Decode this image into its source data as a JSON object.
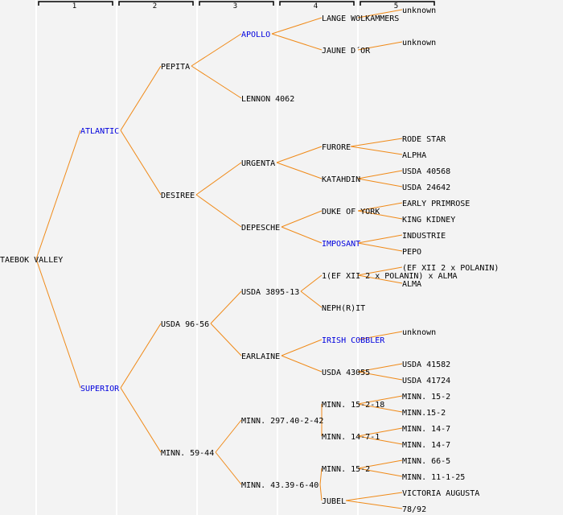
{
  "title": "Pedigree of TAEBOK VALLEY",
  "colors": {
    "link": "#f08a18",
    "highlight": "#0000dd",
    "text": "#000000",
    "background": "#f3f3f3"
  },
  "generations": [
    "1",
    "2",
    "3",
    "4",
    "5"
  ],
  "tree": {
    "name": "TAEBOK VALLEY",
    "highlight": false,
    "parents": [
      {
        "name": "ATLANTIC",
        "highlight": true,
        "parents": [
          {
            "name": "PEPITA",
            "highlight": false,
            "parents": [
              {
                "name": "APOLLO",
                "highlight": true,
                "parents": [
                  {
                    "name": "LANGE WOLKAMMERS",
                    "highlight": false,
                    "parents": [
                      {
                        "name": "unknown"
                      }
                    ]
                  },
                  {
                    "name": "JAUNE D´OR",
                    "highlight": false,
                    "parents": [
                      {
                        "name": "unknown"
                      }
                    ]
                  }
                ]
              },
              {
                "name": "LENNON 4062",
                "highlight": false,
                "parents": []
              }
            ]
          },
          {
            "name": "DESIREE",
            "highlight": false,
            "parents": [
              {
                "name": "URGENTA",
                "highlight": false,
                "parents": [
                  {
                    "name": "FURORE",
                    "highlight": false,
                    "parents": [
                      {
                        "name": "RODE STAR"
                      },
                      {
                        "name": "ALPHA"
                      }
                    ]
                  },
                  {
                    "name": "KATAHDIN",
                    "highlight": false,
                    "parents": [
                      {
                        "name": "USDA 40568"
                      },
                      {
                        "name": "USDA 24642"
                      }
                    ]
                  }
                ]
              },
              {
                "name": "DEPESCHE",
                "highlight": false,
                "parents": [
                  {
                    "name": "DUKE OF YORK",
                    "highlight": false,
                    "parents": [
                      {
                        "name": "EARLY PRIMROSE"
                      },
                      {
                        "name": "KING KIDNEY"
                      }
                    ]
                  },
                  {
                    "name": "IMPOSANT",
                    "highlight": true,
                    "parents": [
                      {
                        "name": "INDUSTRIE"
                      },
                      {
                        "name": "PEPO"
                      }
                    ]
                  }
                ]
              }
            ]
          }
        ]
      },
      {
        "name": "SUPERIOR",
        "highlight": true,
        "parents": [
          {
            "name": "USDA 96-56",
            "highlight": false,
            "parents": [
              {
                "name": "USDA 3895-13",
                "highlight": false,
                "parents": [
                  {
                    "name": "1(EF XII 2 x POLANIN) x ALMA",
                    "highlight": false,
                    "parents": [
                      {
                        "name": "(EF XII 2 x POLANIN)"
                      },
                      {
                        "name": "ALMA"
                      }
                    ]
                  },
                  {
                    "name": "NEPH(R)IT",
                    "highlight": false,
                    "parents": []
                  }
                ]
              },
              {
                "name": "EARLAINE",
                "highlight": false,
                "parents": [
                  {
                    "name": "IRISH COBBLER",
                    "highlight": true,
                    "parents": [
                      {
                        "name": "unknown"
                      }
                    ]
                  },
                  {
                    "name": "USDA 43055",
                    "highlight": false,
                    "parents": [
                      {
                        "name": "USDA 41582"
                      },
                      {
                        "name": "USDA 41724"
                      }
                    ]
                  }
                ]
              }
            ]
          },
          {
            "name": "MINN. 59-44",
            "highlight": false,
            "parents": [
              {
                "name": "MINN. 297.40-2-42",
                "highlight": false,
                "parents": [
                  {
                    "name": "MINN. 15-2-18",
                    "highlight": false,
                    "parents": [
                      {
                        "name": "MINN. 15-2"
                      },
                      {
                        "name": "MINN.15-2"
                      }
                    ]
                  },
                  {
                    "name": "MINN. 14-7-1",
                    "highlight": false,
                    "parents": [
                      {
                        "name": "MINN. 14-7"
                      },
                      {
                        "name": "MINN. 14-7"
                      }
                    ]
                  }
                ]
              },
              {
                "name": "MINN. 43.39-6-40",
                "highlight": false,
                "parents": [
                  {
                    "name": "MINN. 15-2",
                    "highlight": false,
                    "parents": [
                      {
                        "name": "MINN. 66-5"
                      },
                      {
                        "name": "MINN. 11-1-25"
                      }
                    ]
                  },
                  {
                    "name": "JUBEL",
                    "highlight": false,
                    "parents": [
                      {
                        "name": "VICTORIA AUGUSTA"
                      },
                      {
                        "name": "78/92"
                      }
                    ]
                  }
                ]
              }
            ]
          }
        ]
      }
    ]
  }
}
